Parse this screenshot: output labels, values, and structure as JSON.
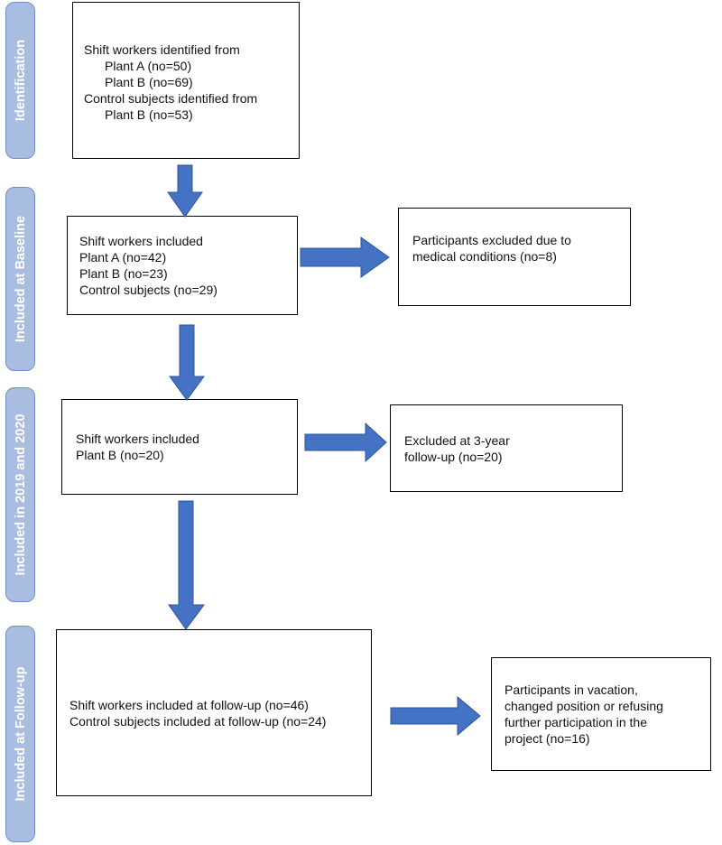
{
  "phases": [
    {
      "label": "Identification"
    },
    {
      "label": "Included at Baseline"
    },
    {
      "label": "Included in 2019 and 2020"
    },
    {
      "label": "Included at Follow-up"
    }
  ],
  "boxes": {
    "identification": {
      "lines": [
        "Shift workers identified from",
        "Plant A (no=50)",
        "Plant B (no=69)",
        "Control subjects identified from",
        "Plant B (no=53)"
      ]
    },
    "baseline": {
      "lines": [
        "Shift workers included",
        "Plant A (no=42)",
        "Plant B (no=23)",
        "Control subjects (no=29)"
      ]
    },
    "baseline_excluded": {
      "lines": [
        "Participants excluded due to",
        "medical conditions (no=8)"
      ]
    },
    "y2019_2020": {
      "lines": [
        "Shift workers included",
        "Plant B (no=20)"
      ]
    },
    "y2019_2020_excluded": {
      "lines": [
        "Excluded at 3-year",
        "follow-up (no=20)"
      ]
    },
    "followup": {
      "lines": [
        "Shift workers included at follow-up (no=46)",
        "Control subjects included at follow-up (no=24)"
      ]
    },
    "followup_excluded": {
      "lines": [
        "Participants in vacation,",
        "changed position or refusing",
        "further participation in the",
        "project (no=16)"
      ]
    }
  },
  "colors": {
    "phase_fill": "#a9bde0",
    "arrow_fill": "#4472c4",
    "box_border": "#000000"
  }
}
